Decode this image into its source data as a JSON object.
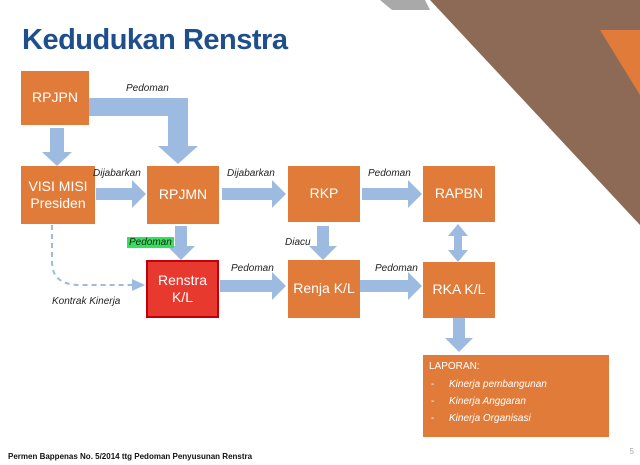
{
  "title": "Kedudukan Renstra",
  "nodes": {
    "rpjpn": "RPJPN",
    "visi_line1": "VISI MISI",
    "visi_line2": "Presiden",
    "rpjmn": "RPJMN",
    "rkp": "RKP",
    "rapbn": "RAPBN",
    "renstra_line1": "Renstra",
    "renstra_line2": "K/L",
    "renja": "Renja K/L",
    "rkakl": "RKA K/L"
  },
  "labels": {
    "pedoman_top": "Pedoman",
    "dijabarkan_1": "Dijabarkan",
    "dijabarkan_2": "Dijabarkan",
    "pedoman_rkp_rapbn": "Pedoman",
    "pedoman_highlight": "Pedoman",
    "diacu": "Diacu",
    "pedoman_renstra_renja": "Pedoman",
    "pedoman_renja_rka": "Pedoman",
    "kontrak_kinerja": "Kontrak Kinerja"
  },
  "report": {
    "heading": "LAPORAN:",
    "dash": "-",
    "items": [
      "Kinerja pembangunan",
      "Kinerja Anggaran",
      "Kinerja Organisasi"
    ]
  },
  "footer": "Permen Bappenas No. 5/2014 ttg Pedoman Penyusunan Renstra",
  "page_number": "5",
  "colors": {
    "box": "#e07b39",
    "renstra_box": "#e8392f",
    "arrow": "#9dbbe0",
    "title": "#1f4e8c",
    "highlight": "#35e05a"
  }
}
